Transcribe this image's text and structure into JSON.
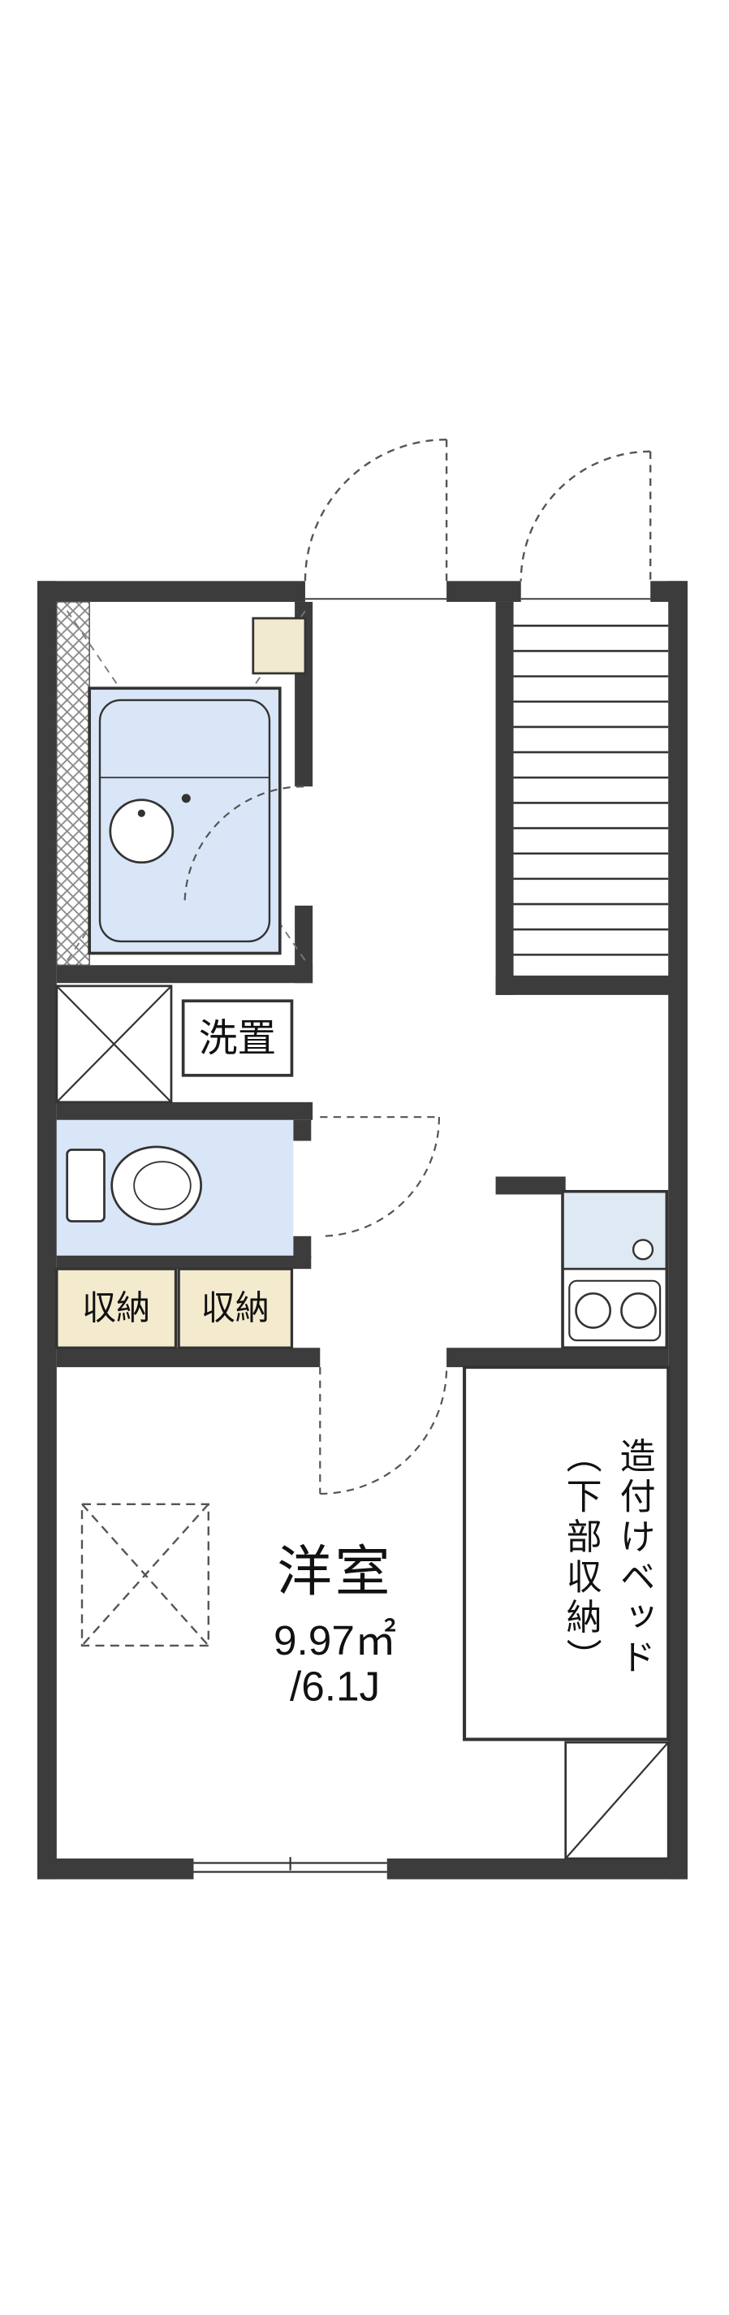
{
  "floorplan": {
    "labels": {
      "washer": "洗置",
      "storage1": "収納",
      "storage2": "収納"
    },
    "main_room": {
      "name": "洋室",
      "area_m2": "9.97㎡",
      "area_tatami": "/6.1J"
    },
    "bed": {
      "line1": "造付けベッド",
      "line2": "（下部収納）"
    },
    "colors": {
      "wall": "#3c3c3c",
      "line": "#333333",
      "water_blue": "#d9e6f7",
      "sink_blue": "#dfe9f3",
      "storage_cream": "#f4ebcf",
      "heater_cream": "#f2ead0",
      "background": "#ffffff"
    }
  }
}
